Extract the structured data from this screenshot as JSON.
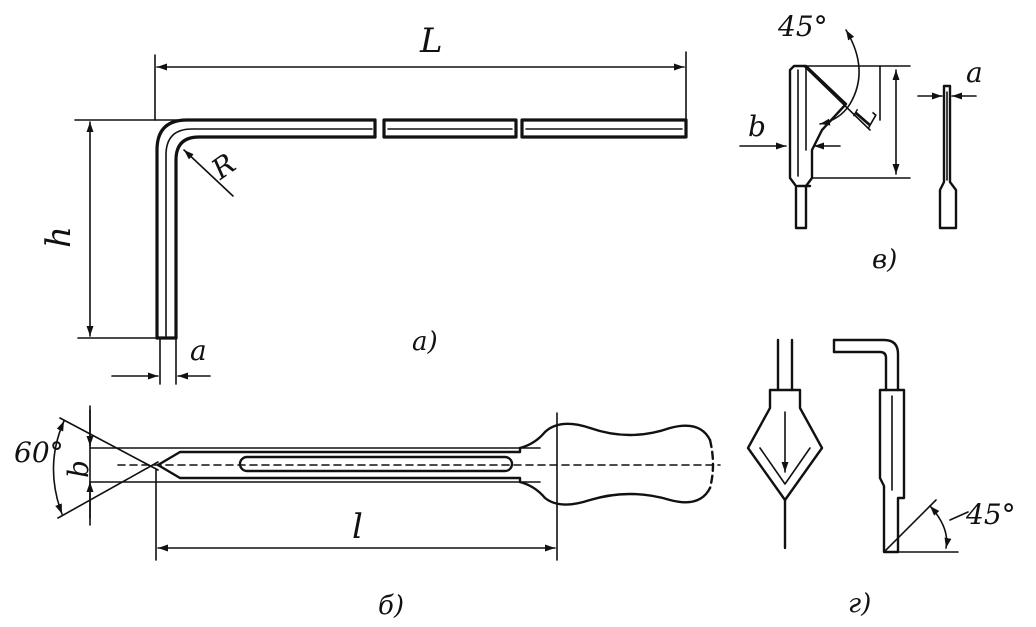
{
  "figure": {
    "views": [
      {
        "caption": "а)",
        "dims": {
          "L": "L",
          "h": "h",
          "R": "R",
          "a": "a"
        }
      },
      {
        "caption": "б)",
        "dims": {
          "angle": "60°",
          "b": "b",
          "l": "l"
        }
      },
      {
        "caption": "в)",
        "dims": {
          "angle": "45°",
          "b": "b",
          "L": "L",
          "a": "a"
        }
      },
      {
        "caption": "г)",
        "dims": {
          "angle": "45°"
        }
      }
    ]
  }
}
